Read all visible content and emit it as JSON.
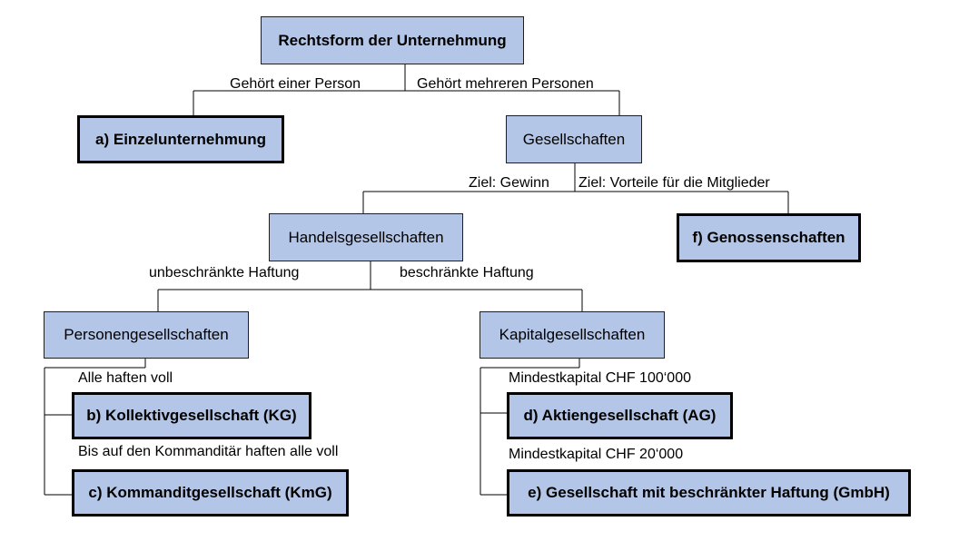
{
  "nodes": {
    "root": "Rechtsform der Unternehmung",
    "einzel": "a) Einzelunternehmung",
    "gesellschaften": "Gesellschaften",
    "handels": "Handelsgesellschaften",
    "genossen": "f) Genossenschaften",
    "personen": "Personengesellschaften",
    "kapital": "Kapitalgesellschaften",
    "kg": "b) Kollektivgesellschaft (KG)",
    "kmg": "c) Kommanditgesellschaft (KmG)",
    "ag": "d) Aktiengesellschaft (AG)",
    "gmbh": "e) Gesellschaft mit beschränkter Haftung (GmbH)"
  },
  "edges": {
    "one_person": "Gehört einer Person",
    "many_persons": "Gehört mehreren Personen",
    "goal_profit": "Ziel: Gewinn",
    "goal_members": "Ziel: Vorteile für die Mitglieder",
    "unlimited": "unbeschränkte Haftung",
    "limited": "beschränkte Haftung",
    "all_full": "Alle haften voll",
    "except_kommanditaer": "Bis auf den Kommanditär haften alle voll",
    "capital_ag": "Mindestkapital CHF 100‘000",
    "capital_gmbh": "Mindestkapital CHF 20‘000"
  }
}
